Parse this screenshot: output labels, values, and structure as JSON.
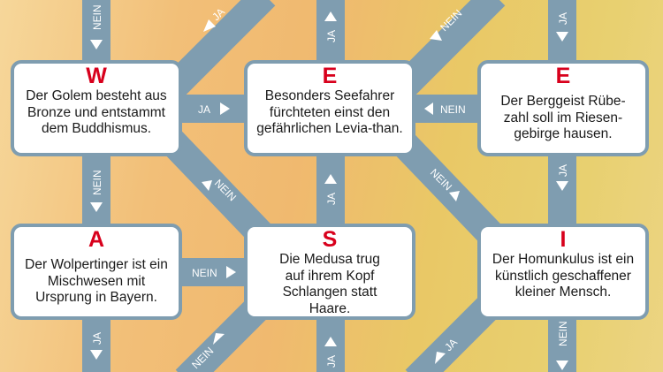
{
  "colors": {
    "connector": "#7f9db0",
    "letter": "#d8001c",
    "box": "#ffffff"
  },
  "boxes": [
    {
      "letter": "W",
      "text": "Der Golem besteht aus Bronze und entstammt dem Buddhismus."
    },
    {
      "letter": "E",
      "text": "Besonders Seefahrer fürchteten einst den gefährlichen Levia-than."
    },
    {
      "letter": "E",
      "text": "Der Berggeist Rübe-zahl soll im Riesen-gebirge hausen."
    },
    {
      "letter": "A",
      "text": "Der Wolpertinger ist ein Mischwesen mit Ursprung in Bayern."
    },
    {
      "letter": "S",
      "text": "Die Medusa trug auf ihrem Kopf Schlangen statt Haare."
    },
    {
      "letter": "I",
      "text": "Der Homunkulus ist ein künstlich geschaffener kleiner Mensch."
    }
  ],
  "connectors": {
    "top_left": "NEIN",
    "top_diag_left": "JA",
    "top_mid": "JA",
    "top_diag_right": "NEIN",
    "top_right": "JA",
    "w_to_e": "JA",
    "e2_to_e": "NEIN",
    "w_to_a": "NEIN",
    "w_to_s": "NEIN",
    "s_to_e": "JA",
    "e_to_i": "NEIN",
    "e2_to_i": "JA",
    "a_to_s": "NEIN",
    "bottom_left": "JA",
    "bottom_diag_left": "NEIN",
    "bottom_mid": "JA",
    "bottom_diag_right": "JA",
    "bottom_right": "NEIN"
  }
}
